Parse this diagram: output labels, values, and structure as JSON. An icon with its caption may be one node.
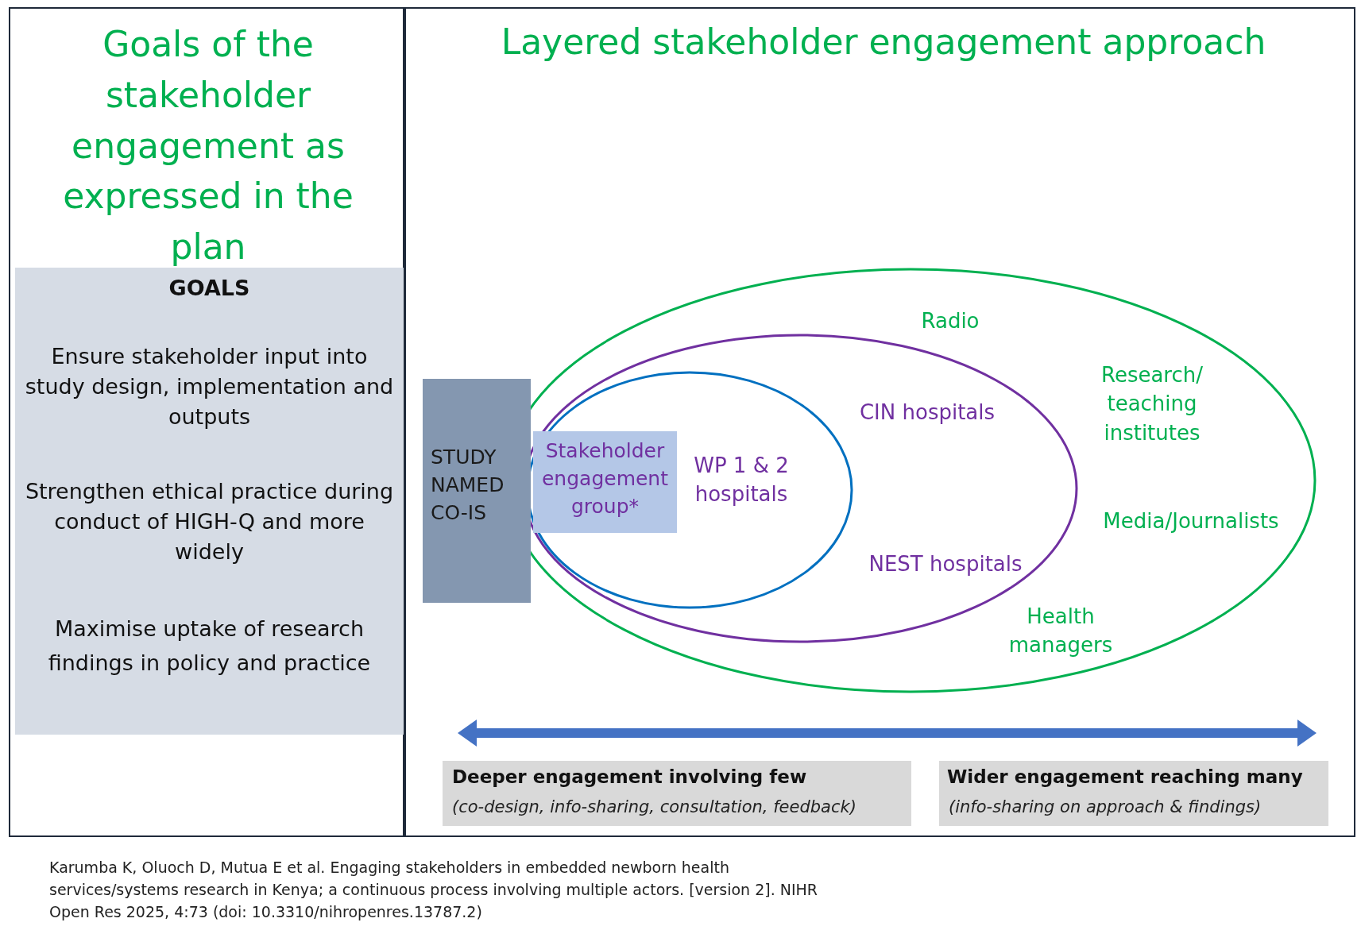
{
  "diagram": {
    "caption": "Karumba K, Oluoch D, Mutua E et al. Engaging stakeholders in embedded newborn health services/systems research in Kenya; a continuous process involving multiple actors. [version 2]. NIHR Open Res 2025, 4:73 (doi: 10.3310/nihropenres.13787.2)",
    "nodes": [
      {
        "text": [
          "Goals of the stakeholder engagement as expressed in the plan"
        ]
      },
      {
        "text": [
          "GOALS",
          "Ensure stakeholder input into study design,  implementation and outputs",
          "Strengthen ethical practice during conduct of HIGH-Q and more widely",
          "Maximise uptake of research findings in policy and practice"
        ],
        "in": 0
      },
      {
        "text": [
          "Layered stakeholder engagement approach"
        ]
      },
      {
        "text": [
          "Radio",
          "Research/ teaching institutes",
          "Media/Journalists",
          "Health managers"
        ],
        "in": 2
      },
      {
        "text": [
          "CIN hospitals",
          "NEST hospitals"
        ],
        "in": 3
      },
      {
        "text": [
          "WP 1 & 2 hospitals"
        ],
        "in": 4
      },
      {
        "text": [
          "STUDY NAMED CO-IS"
        ],
        "in": 2
      },
      {
        "text": [
          "Stakeholder engagement group*"
        ],
        "in": 5
      },
      {
        "text": [
          "Deeper engagement involving few",
          "(co-design, info-sharing, consultation, feedback)"
        ],
        "in": 2
      },
      {
        "text": [
          "Wider engagement reaching many",
          "(info-sharing on approach & findings)"
        ],
        "in": 2
      }
    ]
  }
}
